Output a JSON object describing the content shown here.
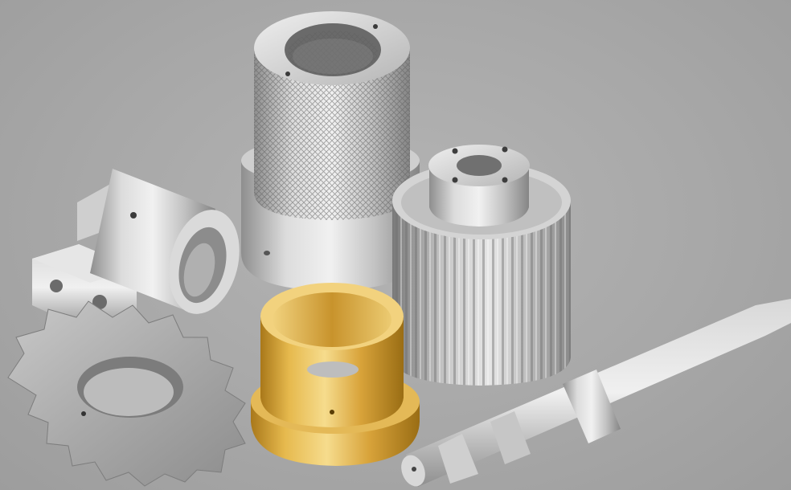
{
  "scene": {
    "colors": {
      "background": "#a9a9a9",
      "steel_light": "#e2e2e2",
      "steel_mid": "#b9b9b9",
      "steel_dark": "#7e7e7e",
      "brass_light": "#f3d27a",
      "brass_mid": "#d9a93a",
      "brass_dark": "#9a6d14"
    },
    "parts": [
      "knurled-sleeve",
      "splined-roller",
      "clevis-bracket",
      "brass-bushing",
      "sprocket",
      "stepped-shaft"
    ]
  }
}
